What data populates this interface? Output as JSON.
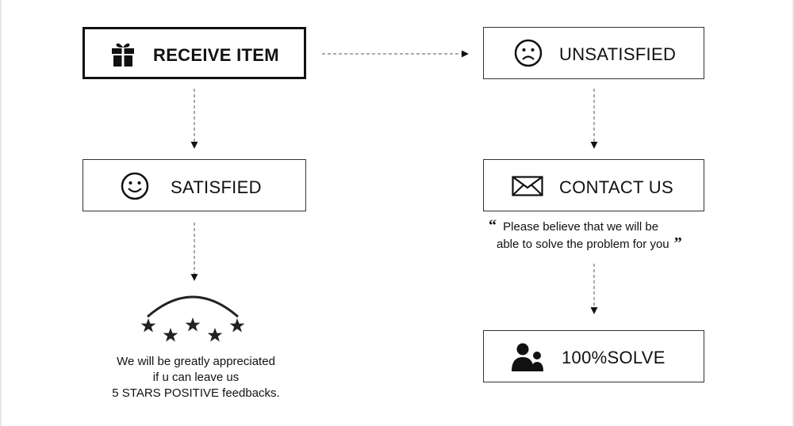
{
  "nodes": {
    "receive": {
      "label": "RECEIVE ITEM",
      "icon": "gift-icon"
    },
    "unsatisfied": {
      "label": "UNSATISFIED",
      "icon": "frown-face-icon"
    },
    "satisfied": {
      "label": "SATISFIED",
      "icon": "smile-face-icon"
    },
    "contact": {
      "label": "CONTACT US",
      "icon": "envelope-icon"
    },
    "solve": {
      "label": "100%SOLVE",
      "icon": "people-icon"
    }
  },
  "feedback": {
    "icon": "five-stars-arc-icon",
    "line1": "We will be greatly appreciated",
    "line2": "if u can leave us",
    "line3": "5 STARS POSITIVE feedbacks."
  },
  "quote": {
    "open": "“",
    "line1": "Please believe that we will be",
    "line2": "able to solve the problem for you",
    "close": "”"
  },
  "colors": {
    "stroke": "#111111",
    "arrow": "#555555"
  }
}
